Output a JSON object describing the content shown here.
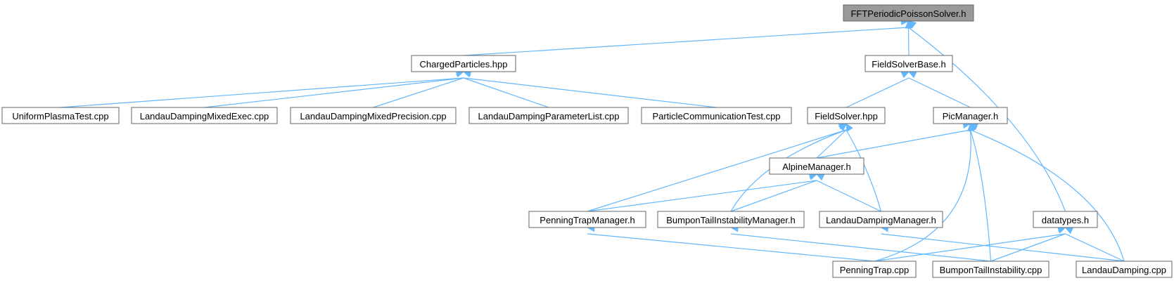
{
  "graph": {
    "root": "FFTPeriodicPoissonSolver.h",
    "nodes": [
      {
        "id": "fft",
        "label": "FFTPeriodicPoissonSolver.h",
        "root": true
      },
      {
        "id": "cp",
        "label": "ChargedParticles.hpp"
      },
      {
        "id": "fsb",
        "label": "FieldSolverBase.h"
      },
      {
        "id": "upt",
        "label": "UniformPlasmaTest.cpp"
      },
      {
        "id": "ldme",
        "label": "LandauDampingMixedExec.cpp"
      },
      {
        "id": "ldmp",
        "label": "LandauDampingMixedPrecision.cpp"
      },
      {
        "id": "ldpl",
        "label": "LandauDampingParameterList.cpp"
      },
      {
        "id": "pct",
        "label": "ParticleCommunicationTest.cpp"
      },
      {
        "id": "fs",
        "label": "FieldSolver.hpp"
      },
      {
        "id": "pic",
        "label": "PicManager.h"
      },
      {
        "id": "alp",
        "label": "AlpineManager.h"
      },
      {
        "id": "ptm",
        "label": "PenningTrapManager.h"
      },
      {
        "id": "btim",
        "label": "BumponTailInstabilityManager.h"
      },
      {
        "id": "ldm",
        "label": "LandauDampingManager.h"
      },
      {
        "id": "dt",
        "label": "datatypes.h"
      },
      {
        "id": "pt",
        "label": "PenningTrap.cpp"
      },
      {
        "id": "bti",
        "label": "BumponTailInstability.cpp"
      },
      {
        "id": "ld",
        "label": "LandauDamping.cpp"
      }
    ],
    "edges": [
      {
        "from": "cp",
        "to": "fft"
      },
      {
        "from": "fsb",
        "to": "fft"
      },
      {
        "from": "dt",
        "to": "fft"
      },
      {
        "from": "upt",
        "to": "cp"
      },
      {
        "from": "ldme",
        "to": "cp"
      },
      {
        "from": "ldmp",
        "to": "cp"
      },
      {
        "from": "ldpl",
        "to": "cp"
      },
      {
        "from": "pct",
        "to": "cp"
      },
      {
        "from": "fs",
        "to": "fsb"
      },
      {
        "from": "pic",
        "to": "fsb"
      },
      {
        "from": "alp",
        "to": "fs"
      },
      {
        "from": "ptm",
        "to": "fs"
      },
      {
        "from": "btim",
        "to": "fs"
      },
      {
        "from": "ldm",
        "to": "fs"
      },
      {
        "from": "alp",
        "to": "pic"
      },
      {
        "from": "pt",
        "to": "pic"
      },
      {
        "from": "bti",
        "to": "pic"
      },
      {
        "from": "ld",
        "to": "pic"
      },
      {
        "from": "ptm",
        "to": "alp"
      },
      {
        "from": "btim",
        "to": "alp"
      },
      {
        "from": "ldm",
        "to": "alp"
      },
      {
        "from": "pt",
        "to": "ptm"
      },
      {
        "from": "bti",
        "to": "btim"
      },
      {
        "from": "ld",
        "to": "ldm"
      },
      {
        "from": "pt",
        "to": "dt"
      },
      {
        "from": "bti",
        "to": "dt"
      },
      {
        "from": "ld",
        "to": "dt"
      }
    ]
  },
  "colors": {
    "edge": "#63b8ff",
    "root_fill": "#999999",
    "node_fill": "#ffffff",
    "node_border": "#666666",
    "text": "#000000"
  }
}
